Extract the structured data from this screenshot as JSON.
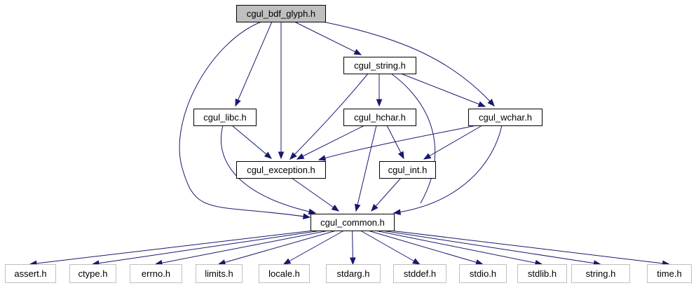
{
  "colors": {
    "edge": "#191970",
    "root_fill": "#bfbfbf",
    "node_border": "#000000",
    "system_border": "#bfbfbf",
    "node_fill": "#ffffff"
  },
  "nodes": [
    {
      "id": "cgul_bdf_glyph",
      "label": "cgul_bdf_glyph.h",
      "kind": "root"
    },
    {
      "id": "cgul_string",
      "label": "cgul_string.h",
      "kind": "header"
    },
    {
      "id": "cgul_libc",
      "label": "cgul_libc.h",
      "kind": "header"
    },
    {
      "id": "cgul_hchar",
      "label": "cgul_hchar.h",
      "kind": "header"
    },
    {
      "id": "cgul_wchar",
      "label": "cgul_wchar.h",
      "kind": "header"
    },
    {
      "id": "cgul_exception",
      "label": "cgul_exception.h",
      "kind": "header"
    },
    {
      "id": "cgul_int",
      "label": "cgul_int.h",
      "kind": "header"
    },
    {
      "id": "cgul_common",
      "label": "cgul_common.h",
      "kind": "header"
    },
    {
      "id": "assert",
      "label": "assert.h",
      "kind": "system"
    },
    {
      "id": "ctype",
      "label": "ctype.h",
      "kind": "system"
    },
    {
      "id": "errno",
      "label": "errno.h",
      "kind": "system"
    },
    {
      "id": "limits",
      "label": "limits.h",
      "kind": "system"
    },
    {
      "id": "locale",
      "label": "locale.h",
      "kind": "system"
    },
    {
      "id": "stdarg",
      "label": "stdarg.h",
      "kind": "system"
    },
    {
      "id": "stddef",
      "label": "stddef.h",
      "kind": "system"
    },
    {
      "id": "stdio",
      "label": "stdio.h",
      "kind": "system"
    },
    {
      "id": "stdlib",
      "label": "stdlib.h",
      "kind": "system"
    },
    {
      "id": "string",
      "label": "string.h",
      "kind": "system"
    },
    {
      "id": "time",
      "label": "time.h",
      "kind": "system"
    }
  ],
  "edges": [
    {
      "from": "cgul_bdf_glyph",
      "to": "cgul_common"
    },
    {
      "from": "cgul_bdf_glyph",
      "to": "cgul_libc"
    },
    {
      "from": "cgul_bdf_glyph",
      "to": "cgul_exception"
    },
    {
      "from": "cgul_bdf_glyph",
      "to": "cgul_string"
    },
    {
      "from": "cgul_bdf_glyph",
      "to": "cgul_wchar"
    },
    {
      "from": "cgul_string",
      "to": "cgul_exception"
    },
    {
      "from": "cgul_string",
      "to": "cgul_hchar"
    },
    {
      "from": "cgul_string",
      "to": "cgul_wchar"
    },
    {
      "from": "cgul_string",
      "to": "cgul_common"
    },
    {
      "from": "cgul_libc",
      "to": "cgul_exception"
    },
    {
      "from": "cgul_libc",
      "to": "cgul_common"
    },
    {
      "from": "cgul_hchar",
      "to": "cgul_exception"
    },
    {
      "from": "cgul_hchar",
      "to": "cgul_int"
    },
    {
      "from": "cgul_hchar",
      "to": "cgul_common"
    },
    {
      "from": "cgul_wchar",
      "to": "cgul_exception"
    },
    {
      "from": "cgul_wchar",
      "to": "cgul_int"
    },
    {
      "from": "cgul_wchar",
      "to": "cgul_common"
    },
    {
      "from": "cgul_exception",
      "to": "cgul_common"
    },
    {
      "from": "cgul_int",
      "to": "cgul_common"
    },
    {
      "from": "cgul_common",
      "to": "assert"
    },
    {
      "from": "cgul_common",
      "to": "ctype"
    },
    {
      "from": "cgul_common",
      "to": "errno"
    },
    {
      "from": "cgul_common",
      "to": "limits"
    },
    {
      "from": "cgul_common",
      "to": "locale"
    },
    {
      "from": "cgul_common",
      "to": "stdarg"
    },
    {
      "from": "cgul_common",
      "to": "stddef"
    },
    {
      "from": "cgul_common",
      "to": "stdio"
    },
    {
      "from": "cgul_common",
      "to": "stdlib"
    },
    {
      "from": "cgul_common",
      "to": "string"
    },
    {
      "from": "cgul_common",
      "to": "time"
    }
  ]
}
